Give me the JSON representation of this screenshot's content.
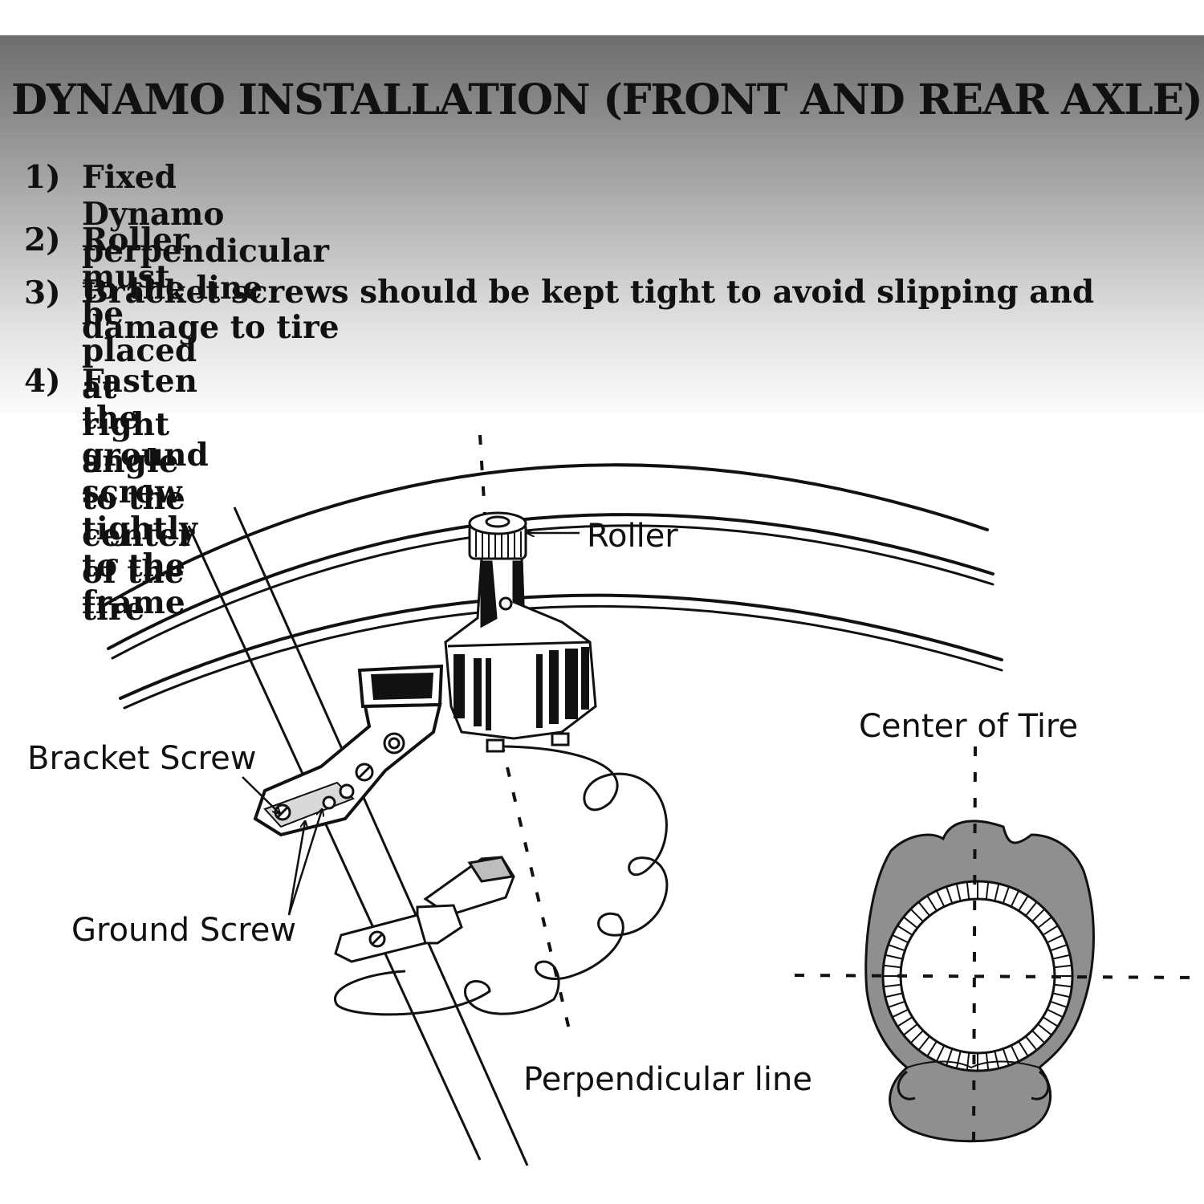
{
  "title": "DYNAMO INSTALLATION (FRONT AND REAR AXLE)",
  "steps": [
    {
      "num": "1)",
      "text": "Fixed Dynamo perpendicular to the line"
    },
    {
      "num": "2)",
      "text": "Roller must be placed at right angle to the center of the tire"
    },
    {
      "num": "3)",
      "text": "Bracket screws should be kept tight to avoid slipping and damage to tire"
    },
    {
      "num": "4)",
      "text": "Fasten the ground screw tightly to the frame"
    }
  ],
  "labels": {
    "roller": "Roller",
    "bracket_screw": "Bracket Screw",
    "ground_screw": "Ground Screw",
    "perpendicular_line": "Perpendicular line",
    "center_of_tire": "Center of Tire"
  }
}
